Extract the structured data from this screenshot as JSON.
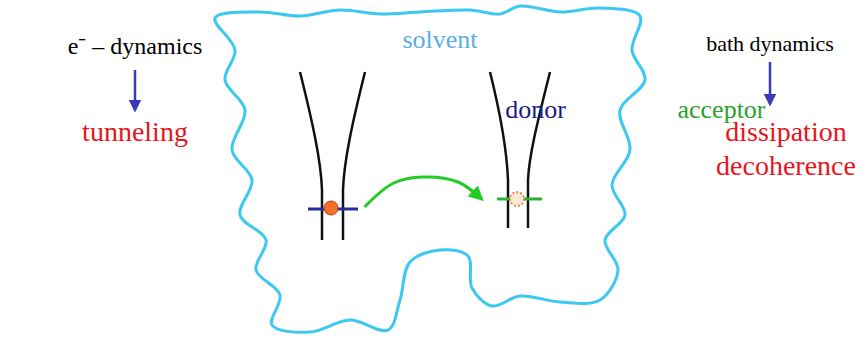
{
  "diagram": {
    "nodes": [
      {
        "text": [
          "solvent"
        ]
      },
      {
        "text": [
          "donor"
        ],
        "in": 0
      },
      {
        "text": [
          "acceptor"
        ],
        "in": 0
      }
    ],
    "edges": [
      {
        "from": 1,
        "to": 2,
        "arrow": "to"
      }
    ],
    "labels": [
      "e⁻ – dynamics",
      "tunneling",
      "bath dynamics",
      "dissipation",
      "decoherence"
    ]
  }
}
